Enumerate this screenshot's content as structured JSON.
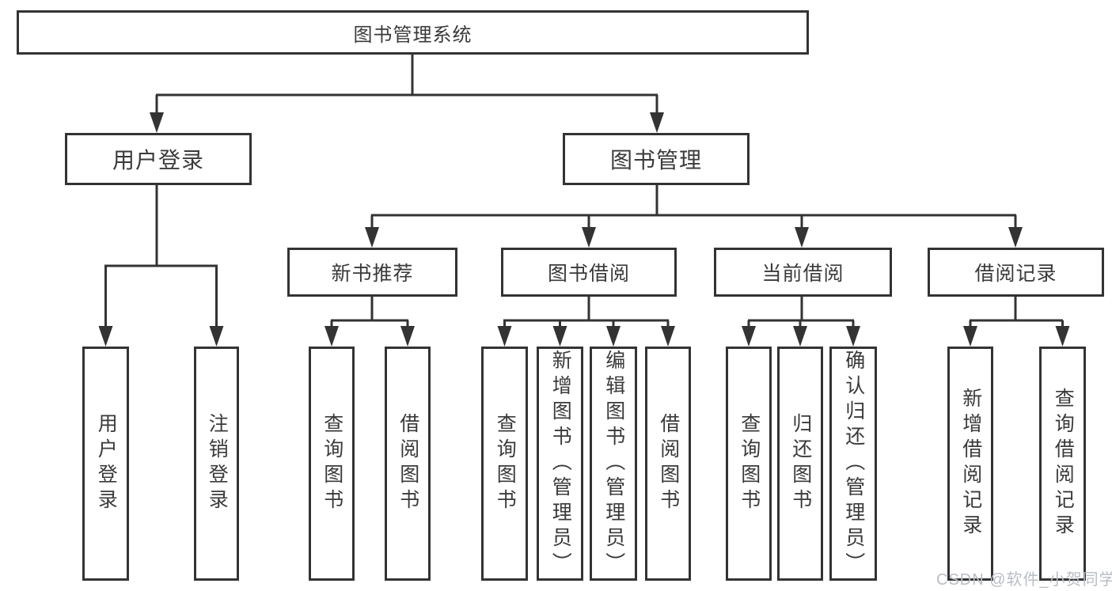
{
  "diagram": {
    "root": {
      "label": "图书管理系统"
    },
    "branches": [
      {
        "label": "用户登录",
        "children": [
          {
            "label": "用户登录"
          },
          {
            "label": "注销登录"
          }
        ]
      },
      {
        "label": "图书管理",
        "children": [
          {
            "label": "新书推荐",
            "children": [
              {
                "label": "查询图书"
              },
              {
                "label": "借阅图书"
              }
            ]
          },
          {
            "label": "图书借阅",
            "children": [
              {
                "label": "查询图书"
              },
              {
                "label": "新增图书（管理员）"
              },
              {
                "label": "编辑图书（管理员）"
              },
              {
                "label": "借阅图书"
              }
            ]
          },
          {
            "label": "当前借阅",
            "children": [
              {
                "label": "查询图书"
              },
              {
                "label": "归还图书"
              },
              {
                "label": "确认归还（管理员）"
              }
            ]
          },
          {
            "label": "借阅记录",
            "children": [
              {
                "label": "新增借阅记录"
              },
              {
                "label": "查询借阅记录"
              }
            ]
          }
        ]
      }
    ]
  },
  "watermark": {
    "text": "CSDN @软件_小贺同学",
    "color": "#b9bdc4"
  },
  "colors": {
    "line": "#333333",
    "text": "#3a3a3a",
    "background": "#ffffff"
  }
}
